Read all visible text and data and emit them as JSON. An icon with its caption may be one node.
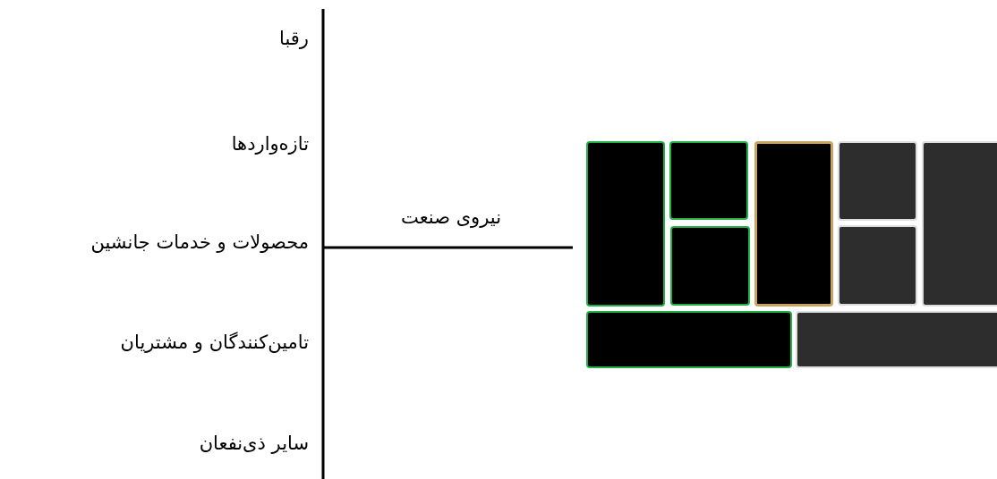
{
  "diagram": {
    "nodes": [
      {
        "text": [],
        "shape": "box"
      },
      {
        "text": [],
        "shape": "box"
      },
      {
        "text": [],
        "shape": "box"
      },
      {
        "text": [],
        "shape": "box"
      },
      {
        "text": [],
        "shape": "box"
      },
      {
        "text": [],
        "shape": "box"
      },
      {
        "text": [],
        "shape": "box"
      },
      {
        "text": [],
        "shape": "box"
      },
      {
        "text": [],
        "shape": "box"
      }
    ],
    "labels": [
      "رقبا",
      "تازه‌واردها",
      "محصولات و خدمات جانشین",
      "تامین‌کنندگان و مشتریان",
      "سایر ذی‌نفعان",
      "نیروی صنعت"
    ]
  }
}
